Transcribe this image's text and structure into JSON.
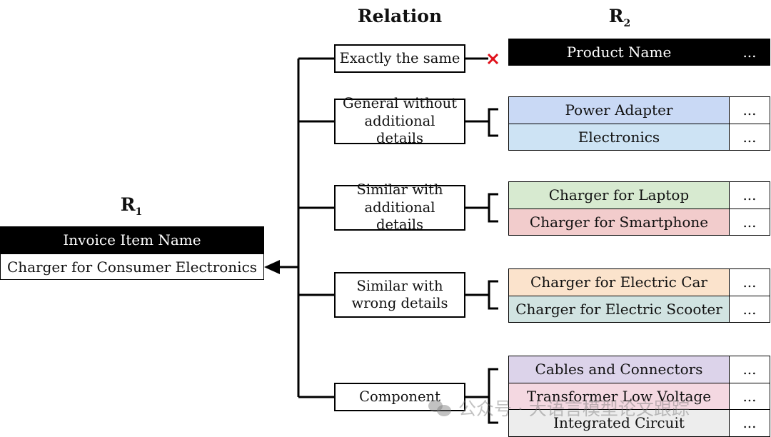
{
  "headings": {
    "relation": "Relation",
    "r2_main": "R",
    "r2_sub": "2",
    "r1_main": "R",
    "r1_sub": "1"
  },
  "r1": {
    "header": "Invoice Item Name",
    "value": "Charger for Consumer Electronics"
  },
  "relations": [
    {
      "label": "Exactly the same"
    },
    {
      "label": "General without additional details"
    },
    {
      "label": "Similar with additional details"
    },
    {
      "label": "Similar with wrong details"
    },
    {
      "label": "Component"
    }
  ],
  "r2": {
    "header": "Product Name",
    "ellipsis": "...",
    "groups": [
      {
        "rows": [
          {
            "name": "Power Adapter",
            "color": "#c9d9f5"
          },
          {
            "name": "Electronics",
            "color": "#cde3f4"
          }
        ]
      },
      {
        "rows": [
          {
            "name": "Charger for Laptop",
            "color": "#d7ead0"
          },
          {
            "name": "Charger for Smartphone",
            "color": "#f2cccc"
          }
        ]
      },
      {
        "rows": [
          {
            "name": "Charger for Electric Car",
            "color": "#fbe3cc"
          },
          {
            "name": "Charger for Electric Scooter",
            "color": "#d1e3e1"
          }
        ]
      },
      {
        "rows": [
          {
            "name": "Cables and Connectors",
            "color": "#dcd3ea"
          },
          {
            "name": "Transformer Low Voltage",
            "color": "#f4d8e1"
          },
          {
            "name": "Integrated Circuit",
            "color": "#ededed"
          }
        ]
      }
    ]
  },
  "no_match_color": "#e0101a",
  "watermark": "公众号 · 大语言模型论文跟踪"
}
